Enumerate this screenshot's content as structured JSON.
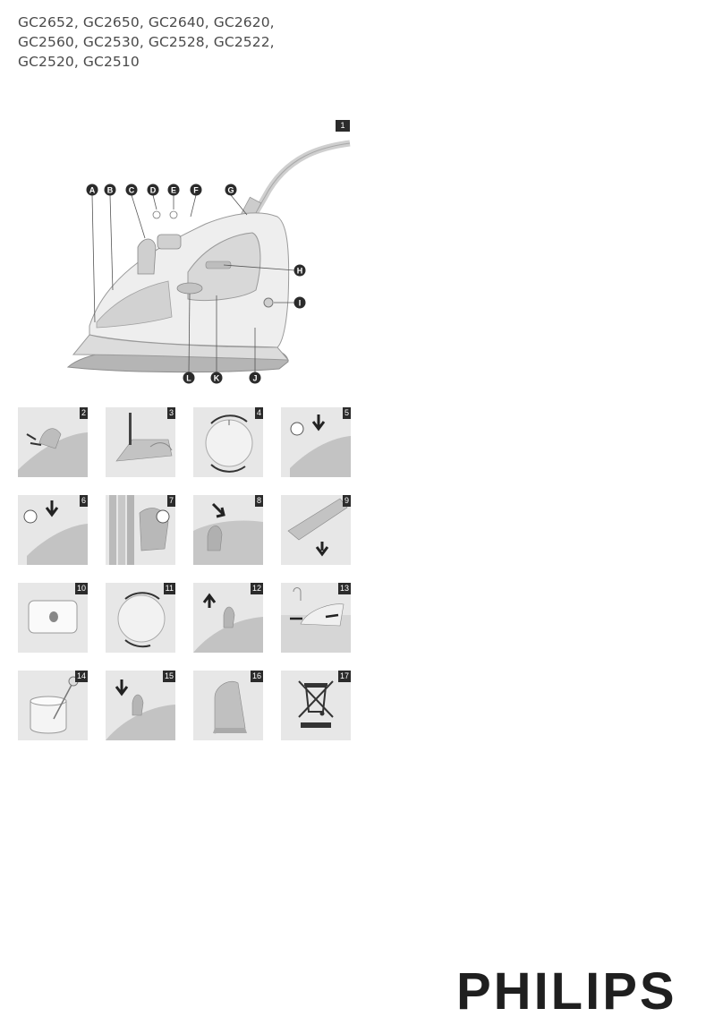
{
  "models": {
    "line1": "GC2652, GC2650, GC2640, GC2620,",
    "line2": "GC2560, GC2530, GC2528, GC2522,",
    "line3": "GC2520, GC2510"
  },
  "figure1": {
    "number": "1",
    "labels": {
      "a": "A",
      "b": "B",
      "c": "C",
      "d": "D",
      "e": "E",
      "f": "F",
      "g": "G",
      "h": "H",
      "i": "I",
      "j": "J",
      "k": "K",
      "l": "L"
    }
  },
  "figures": {
    "f2": "2",
    "f3": "3",
    "f4": "4",
    "f5": "5",
    "f6": "6",
    "f7": "7",
    "f8": "8",
    "f9": "9",
    "f10": "10",
    "f11": "11",
    "f12": "12",
    "f13": "13",
    "f14": "14",
    "f15": "15",
    "f16": "16",
    "f17": "17"
  },
  "brand": {
    "logo": "PHILIPS"
  }
}
